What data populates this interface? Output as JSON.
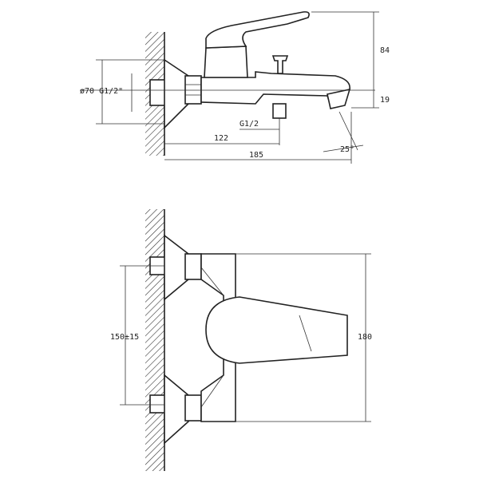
{
  "top_view": {
    "dim_diameter": "ø70 G1/2\"",
    "dim_height_84": "84",
    "dim_height_19": "19",
    "dim_thread": "G1/2",
    "dim_length_122": "122",
    "dim_length_185": "185",
    "dim_angle": "25°"
  },
  "front_view": {
    "dim_spacing": "150±15",
    "dim_height_180": "180"
  }
}
